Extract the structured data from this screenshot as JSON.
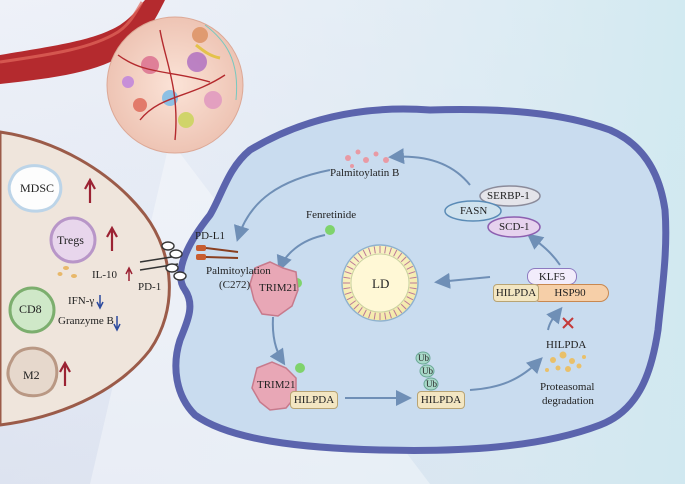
{
  "immune": {
    "mdsc": "MDSC",
    "tregs": "Tregs",
    "il10": "IL-10",
    "cd8": "CD8",
    "ifn": "IFN-γ",
    "granzyme": "Granzyme B",
    "m2": "M2"
  },
  "membrane": {
    "pd1": "PD-1",
    "pdl1": "PD-L1",
    "palmitoylation": "Palmitoylation",
    "site": "(C272)"
  },
  "pathway": {
    "palmitoylatin_b": "Palmitoylatin B",
    "fenretinide": "Fenretinide",
    "trim21": "TRIM21",
    "hilpda": "HILPDA",
    "ub": "Ub",
    "serbp1": "SERBP-1",
    "fasn": "FASN",
    "scd1": "SCD-1",
    "ld": "LD",
    "klf5": "KLF5",
    "hsp90": "HSP90",
    "proteasomal": "Proteasomal",
    "degradation": "degradation"
  },
  "colors": {
    "cell_fill": "#c9dcef",
    "cell_border": "#5b64ad",
    "immune_region": "#efe5dc",
    "immune_border": "#9b5b49",
    "up_arrow": "#9b2233",
    "down_arrow": "#2c4a9e",
    "pathway_arrow": "#6f8fb6"
  }
}
